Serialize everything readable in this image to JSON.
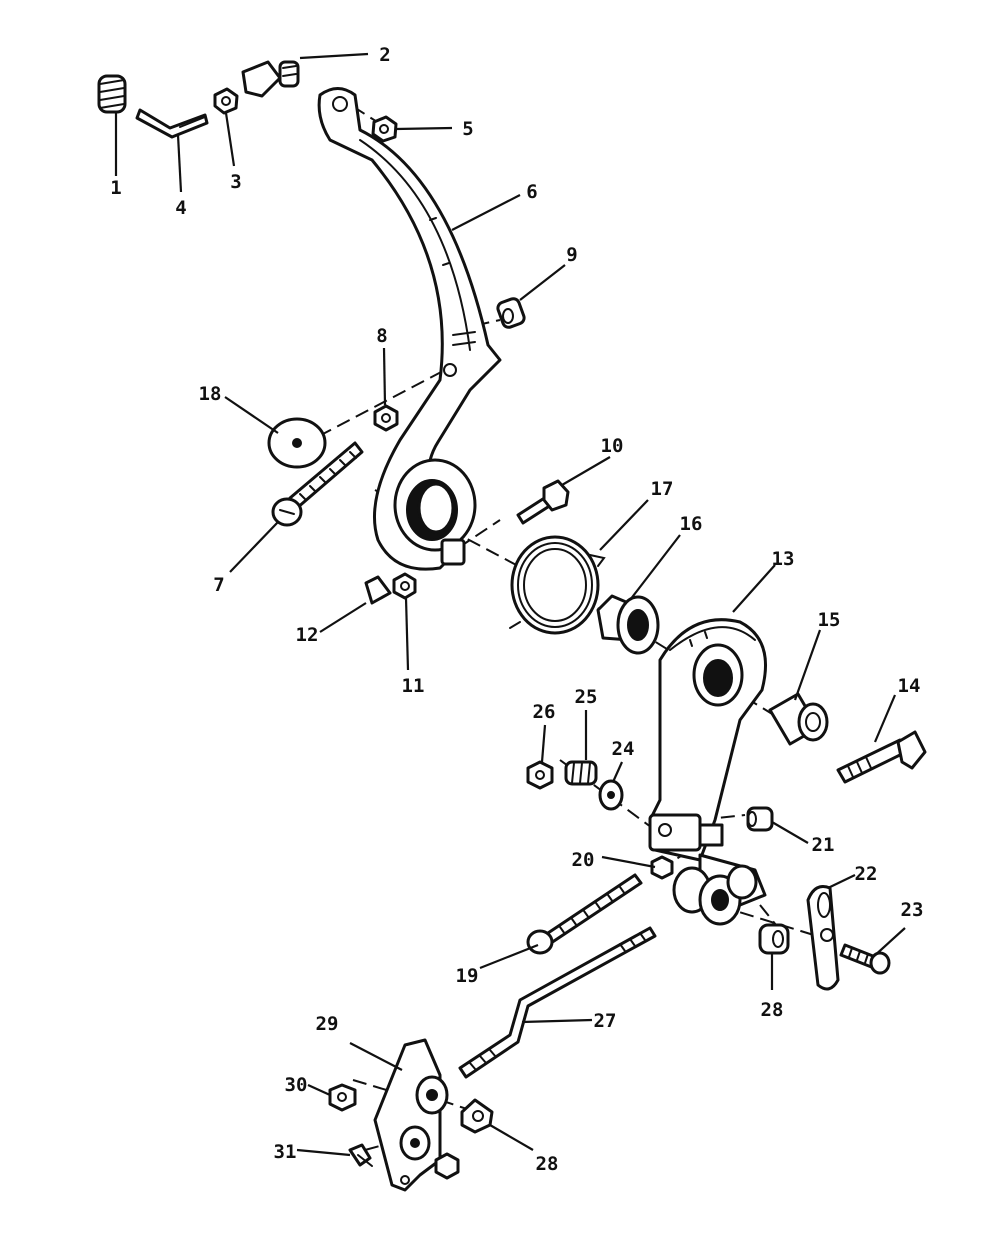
{
  "diagram": {
    "callouts": [
      {
        "id": "1",
        "label": "1"
      },
      {
        "id": "2",
        "label": "2"
      },
      {
        "id": "3",
        "label": "3"
      },
      {
        "id": "4",
        "label": "4"
      },
      {
        "id": "5",
        "label": "5"
      },
      {
        "id": "6",
        "label": "6"
      },
      {
        "id": "7",
        "label": "7"
      },
      {
        "id": "8",
        "label": "8"
      },
      {
        "id": "9",
        "label": "9"
      },
      {
        "id": "10",
        "label": "10"
      },
      {
        "id": "11",
        "label": "11"
      },
      {
        "id": "12",
        "label": "12"
      },
      {
        "id": "13",
        "label": "13"
      },
      {
        "id": "14",
        "label": "14"
      },
      {
        "id": "15",
        "label": "15"
      },
      {
        "id": "16",
        "label": "16"
      },
      {
        "id": "17",
        "label": "17"
      },
      {
        "id": "18",
        "label": "18"
      },
      {
        "id": "19",
        "label": "19"
      },
      {
        "id": "20",
        "label": "20"
      },
      {
        "id": "21",
        "label": "21"
      },
      {
        "id": "22",
        "label": "22"
      },
      {
        "id": "23",
        "label": "23"
      },
      {
        "id": "24",
        "label": "24"
      },
      {
        "id": "25",
        "label": "25"
      },
      {
        "id": "26",
        "label": "26"
      },
      {
        "id": "27",
        "label": "27"
      },
      {
        "id": "28a",
        "label": "28"
      },
      {
        "id": "28b",
        "label": "28"
      },
      {
        "id": "29",
        "label": "29"
      },
      {
        "id": "30",
        "label": "30"
      },
      {
        "id": "31",
        "label": "31"
      }
    ]
  }
}
